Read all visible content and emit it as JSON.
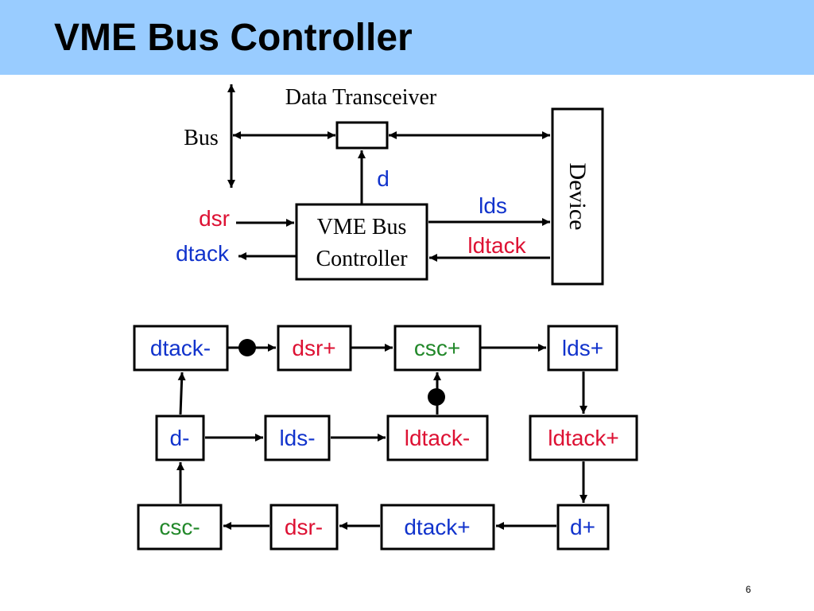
{
  "slide": {
    "title": "VME Bus Controller",
    "page_number": "6"
  },
  "colors": {
    "header_bg": "#99ccff",
    "blue": "#1133cc",
    "red": "#dd1133",
    "green": "#22882a",
    "black": "#000000"
  },
  "block_diagram": {
    "transceiver_label": "Data Transceiver",
    "bus_label": "Bus",
    "device_label": "Device",
    "controller_line1": "VME Bus",
    "controller_line2": "Controller",
    "signal_d": "d",
    "signal_dsr": "dsr",
    "signal_dtack": "dtack",
    "signal_lds": "lds",
    "signal_ldtack": "ldtack"
  },
  "stg": {
    "dtack_minus": "dtack-",
    "dsr_plus": "dsr+",
    "csc_plus": "csc+",
    "lds_plus": "lds+",
    "d_minus": "d-",
    "lds_minus": "lds-",
    "ldtack_minus": "ldtack-",
    "ldtack_plus": "ldtack+",
    "csc_minus": "csc-",
    "dsr_minus": "dsr-",
    "dtack_plus": "dtack+",
    "d_plus": "d+"
  }
}
